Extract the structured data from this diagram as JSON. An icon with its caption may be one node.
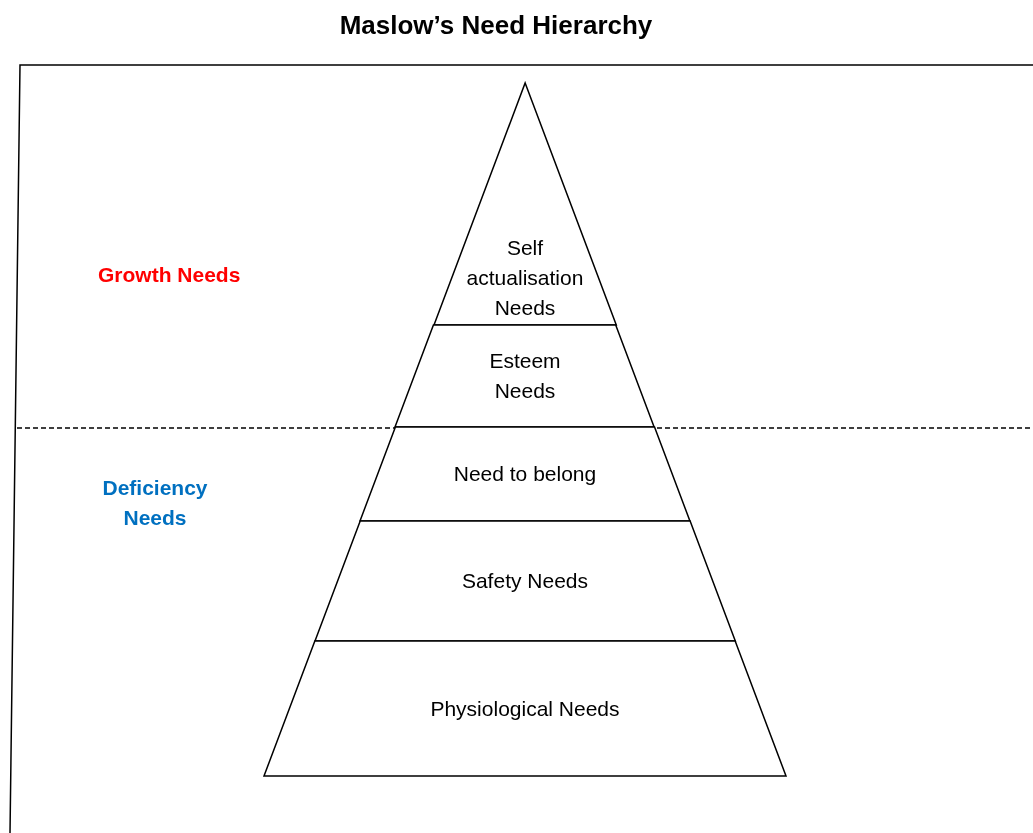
{
  "diagram": {
    "title": "Maslow’s Need Hierarchy",
    "nodes": [
      {
        "text": [
          "Self actualisation Needs"
        ]
      },
      {
        "text": [
          "Esteem Needs"
        ]
      },
      {
        "text": [
          "Need to belong"
        ]
      },
      {
        "text": [
          "Safety Needs"
        ]
      },
      {
        "text": [
          "Physiological Needs"
        ]
      }
    ],
    "labels": [
      "Growth Needs",
      "Deficiency Needs"
    ]
  }
}
